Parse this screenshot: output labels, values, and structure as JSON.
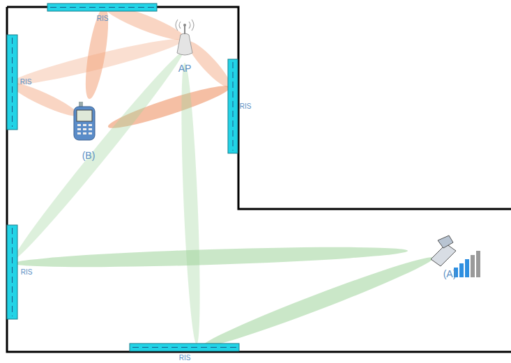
{
  "diagram": {
    "labels": [
      "RIS",
      "AP",
      "(B)",
      "RIS",
      "RIS",
      "RIS",
      "(A)",
      "RIS"
    ]
  }
}
